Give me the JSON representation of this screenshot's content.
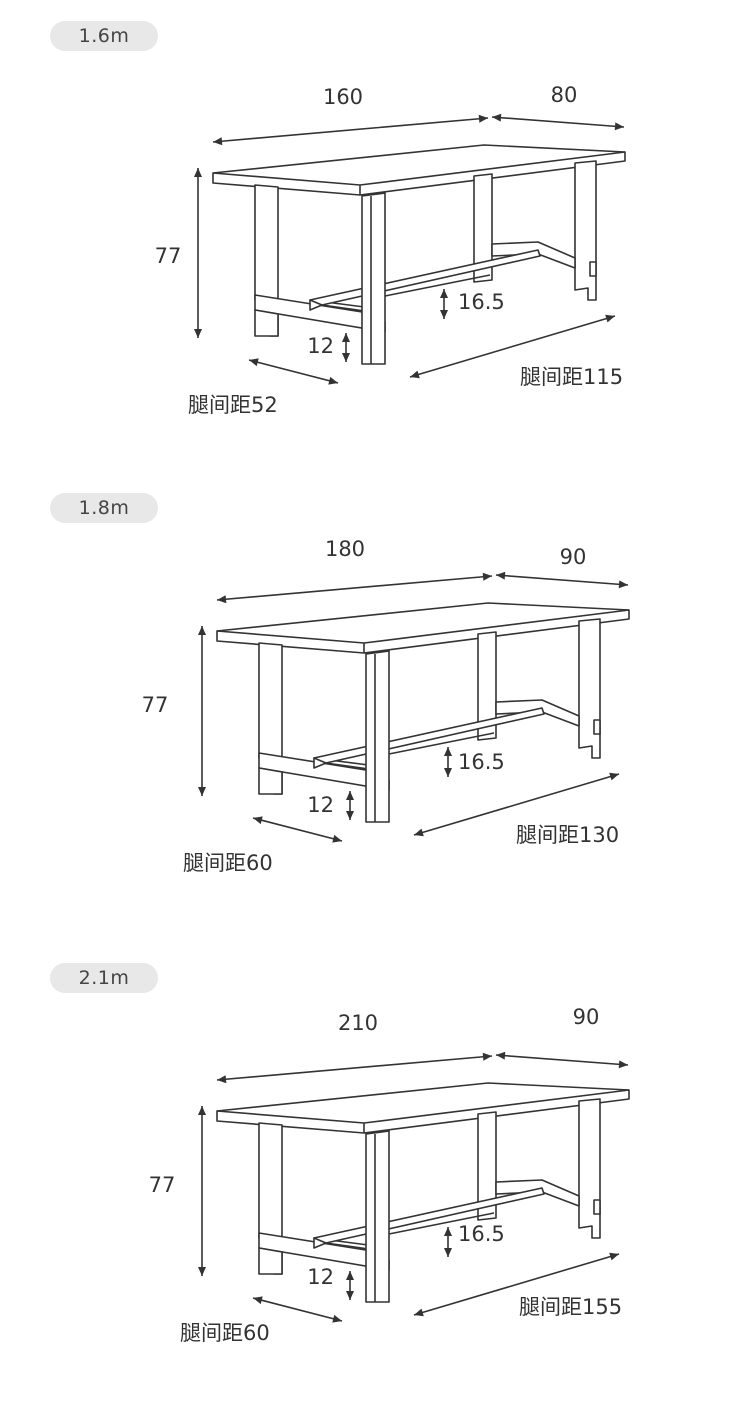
{
  "colors": {
    "line": "#333333",
    "badge_bg": "#e8e8e8"
  },
  "tables": [
    {
      "size_label": "1.6m",
      "length": "160",
      "depth": "80",
      "height": "77",
      "crossbar_height": "16.5",
      "foot_height": "12",
      "leg_gap_short": "腿间距52",
      "leg_gap_long": "腿间距115"
    },
    {
      "size_label": "1.8m",
      "length": "180",
      "depth": "90",
      "height": "77",
      "crossbar_height": "16.5",
      "foot_height": "12",
      "leg_gap_short": "腿间距60",
      "leg_gap_long": "腿间距130"
    },
    {
      "size_label": "2.1m",
      "length": "210",
      "depth": "90",
      "height": "77",
      "crossbar_height": "16.5",
      "foot_height": "12",
      "leg_gap_short": "腿间距60",
      "leg_gap_long": "腿间距155"
    }
  ]
}
